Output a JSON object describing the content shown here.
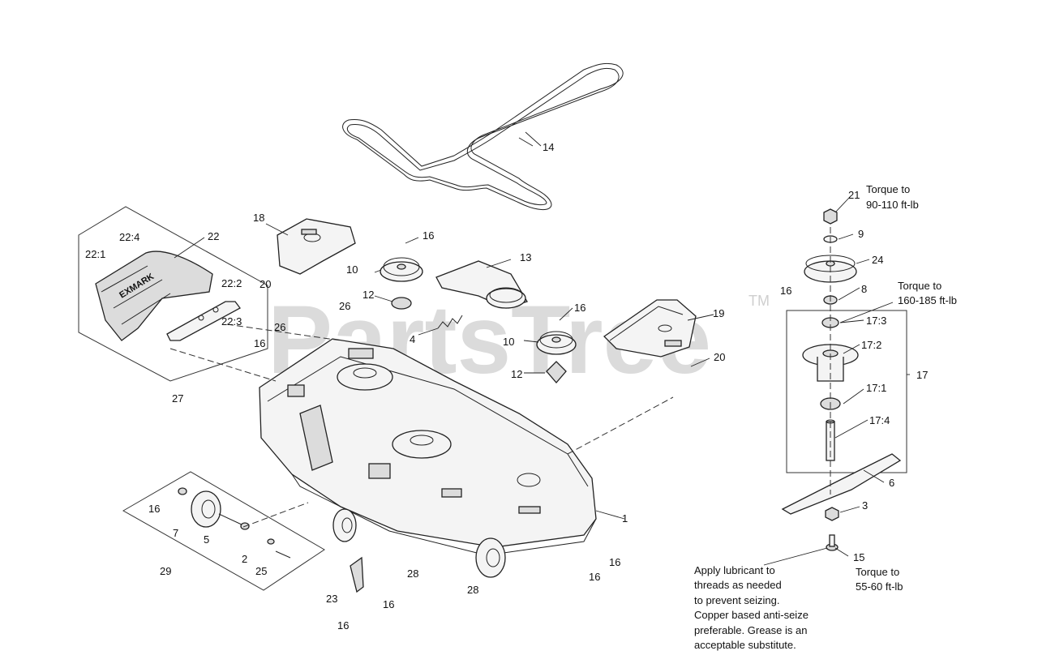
{
  "watermark": {
    "text": "PartsTree",
    "trademark": "TM"
  },
  "callouts": [
    {
      "id": "lbl-14",
      "text": "14"
    },
    {
      "id": "lbl-21",
      "text": "21"
    },
    {
      "id": "lbl-9",
      "text": "9"
    },
    {
      "id": "lbl-24",
      "text": "24"
    },
    {
      "id": "lbl-16-spindle",
      "text": "16"
    },
    {
      "id": "lbl-8",
      "text": "8"
    },
    {
      "id": "lbl-17-3",
      "text": "17:3"
    },
    {
      "id": "lbl-17-2",
      "text": "17:2"
    },
    {
      "id": "lbl-17",
      "text": "17"
    },
    {
      "id": "lbl-17-1",
      "text": "17:1"
    },
    {
      "id": "lbl-17-4",
      "text": "17:4"
    },
    {
      "id": "lbl-6",
      "text": "6"
    },
    {
      "id": "lbl-3",
      "text": "3"
    },
    {
      "id": "lbl-15",
      "text": "15"
    },
    {
      "id": "lbl-22",
      "text": "22"
    },
    {
      "id": "lbl-22-4",
      "text": "22:4"
    },
    {
      "id": "lbl-22-1",
      "text": "22:1"
    },
    {
      "id": "lbl-22-2",
      "text": "22:2"
    },
    {
      "id": "lbl-22-3",
      "text": "22:3"
    },
    {
      "id": "lbl-27",
      "text": "27"
    },
    {
      "id": "lbl-18",
      "text": "18"
    },
    {
      "id": "lbl-16-a",
      "text": "16"
    },
    {
      "id": "lbl-10-a",
      "text": "10"
    },
    {
      "id": "lbl-13",
      "text": "13"
    },
    {
      "id": "lbl-20-a",
      "text": "20"
    },
    {
      "id": "lbl-12-a",
      "text": "12"
    },
    {
      "id": "lbl-26-a",
      "text": "26"
    },
    {
      "id": "lbl-16-b",
      "text": "16"
    },
    {
      "id": "lbl-4",
      "text": "4"
    },
    {
      "id": "lbl-10-b",
      "text": "10"
    },
    {
      "id": "lbl-19",
      "text": "19"
    },
    {
      "id": "lbl-26-b",
      "text": "26"
    },
    {
      "id": "lbl-16-c",
      "text": "16"
    },
    {
      "id": "lbl-12-b",
      "text": "12"
    },
    {
      "id": "lbl-20-b",
      "text": "20"
    },
    {
      "id": "lbl-16-d",
      "text": "16"
    },
    {
      "id": "lbl-7",
      "text": "7"
    },
    {
      "id": "lbl-5",
      "text": "5"
    },
    {
      "id": "lbl-2",
      "text": "2"
    },
    {
      "id": "lbl-25",
      "text": "25"
    },
    {
      "id": "lbl-29",
      "text": "29"
    },
    {
      "id": "lbl-28-a",
      "text": "28"
    },
    {
      "id": "lbl-28-b",
      "text": "28"
    },
    {
      "id": "lbl-1",
      "text": "1"
    },
    {
      "id": "lbl-16-e",
      "text": "16"
    },
    {
      "id": "lbl-16-f",
      "text": "16"
    },
    {
      "id": "lbl-23",
      "text": "23"
    },
    {
      "id": "lbl-16-g",
      "text": "16"
    },
    {
      "id": "lbl-16-h",
      "text": "16"
    }
  ],
  "notes": {
    "torque_21": [
      "Torque to",
      "90-110 ft-lb"
    ],
    "torque_17_3": [
      "Torque to",
      "160-185 ft-lb"
    ],
    "torque_15": [
      "Torque to",
      "55-60 ft-lb"
    ],
    "lubricant": [
      "Apply lubricant to",
      "threads as needed",
      "to prevent seizing.",
      "Copper based anti-seize",
      "preferable. Grease is an",
      "acceptable substitute."
    ]
  }
}
